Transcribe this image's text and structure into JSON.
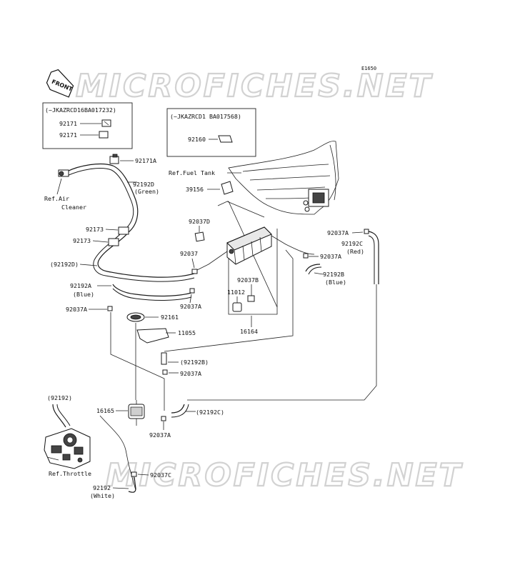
{
  "diagram_code": "E1650",
  "watermark": "MICROFICHES.NET",
  "front_label": "FRONT",
  "box1": {
    "header": "(~JKAZRCD16BA017232)",
    "parts": [
      "92171",
      "92171"
    ]
  },
  "box2": {
    "header": "(~JKAZRCD1 BA017568)",
    "parts": [
      "92160"
    ]
  },
  "labels": {
    "p92171A": "92171A",
    "p92192D": "92192D",
    "p92192D_color": "(Green)",
    "ref_air_1": "Ref.Air",
    "ref_air_2": "Cleaner",
    "ref_fuel_tank": "Ref.Fuel Tank",
    "p39156": "39156",
    "p92037D": "92037D",
    "p92173a": "92173",
    "p92173b": "92173",
    "p92037_mid": "92037",
    "p92192D_paren": "(92192D)",
    "p92192A": "92192A",
    "p92192A_color": "(Blue)",
    "p92037A_left": "92037A",
    "p92037A_mid": "92037A",
    "p92037B": "92037B",
    "p11012": "11012",
    "p16164": "16164",
    "p92161": "92161",
    "p11055": "11055",
    "p92037A_right1": "92037A",
    "p92192C": "92192C",
    "p92192C_color": "(Red)",
    "p92037A_right2": "92037A",
    "p92192B": "92192B",
    "p92192B_color": "(Blue)",
    "p92192B_paren": "(92192B)",
    "p92037A_low": "92037A",
    "p92192_paren": "(92192)",
    "p16165": "16165",
    "p92192C_paren": "(92192C)",
    "p92037A_bottom": "92037A",
    "ref_throttle": "Ref.Throttle",
    "p92037C": "92037C",
    "p92192": "92192",
    "p92192_color": "(White)"
  }
}
